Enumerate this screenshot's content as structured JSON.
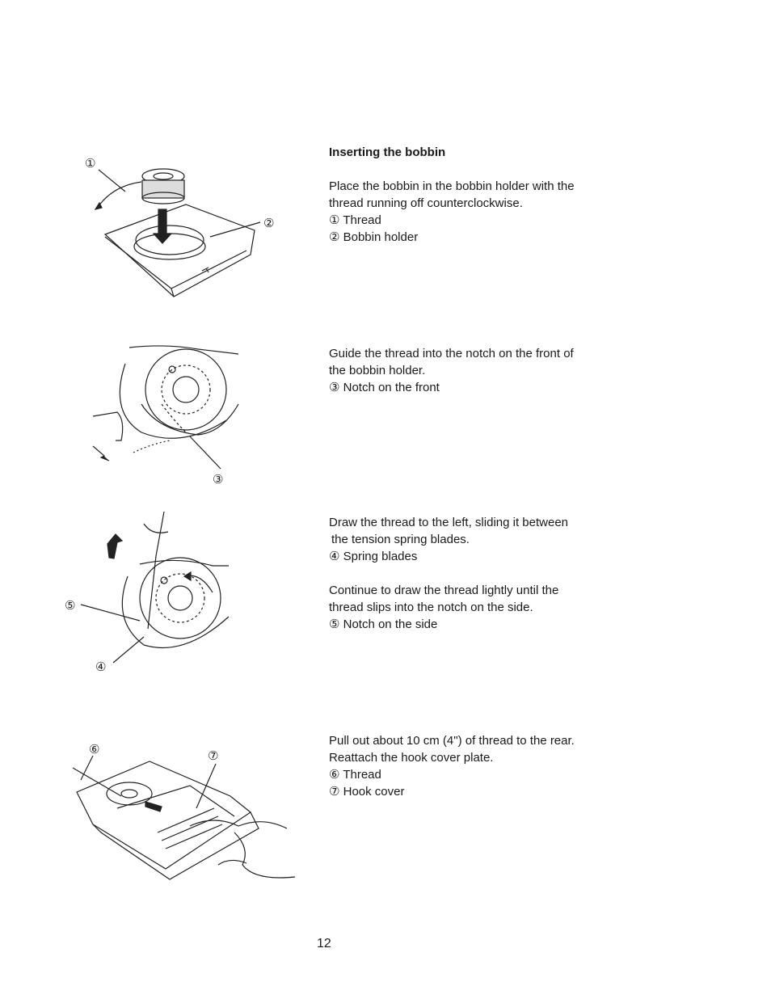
{
  "sections": [
    {
      "heading": "Inserting the bobbin",
      "lines": [
        "Place the bobbin in the bobbin holder with the",
        "thread running off counterclockwise."
      ],
      "parts": [
        "① Thread",
        "② Bobbin holder"
      ]
    },
    {
      "lines": [
        "Guide the thread into the notch on the front of",
        "the bobbin holder."
      ],
      "parts": [
        "③ Notch on the front"
      ]
    },
    {
      "lines": [
        "Draw the thread to the left, sliding it between",
        "the tension spring blades."
      ],
      "parts": [
        "④ Spring blades"
      ],
      "lines2": [
        "Continue to draw the thread lightly until the",
        "thread slips into the notch on the side."
      ],
      "parts2": [
        "⑤ Notch on the side"
      ]
    },
    {
      "lines": [
        "Pull out about 10 cm (4\") of thread to the rear.",
        "Reattach the hook cover plate."
      ],
      "parts": [
        "⑥ Thread",
        "⑦ Hook cover"
      ]
    }
  ],
  "figure_callouts": {
    "fig1": [
      "①",
      "②"
    ],
    "fig2": [
      "③"
    ],
    "fig3": [
      "⑤",
      "④"
    ],
    "fig4": [
      "⑥",
      "⑦"
    ]
  },
  "page_number": "12"
}
